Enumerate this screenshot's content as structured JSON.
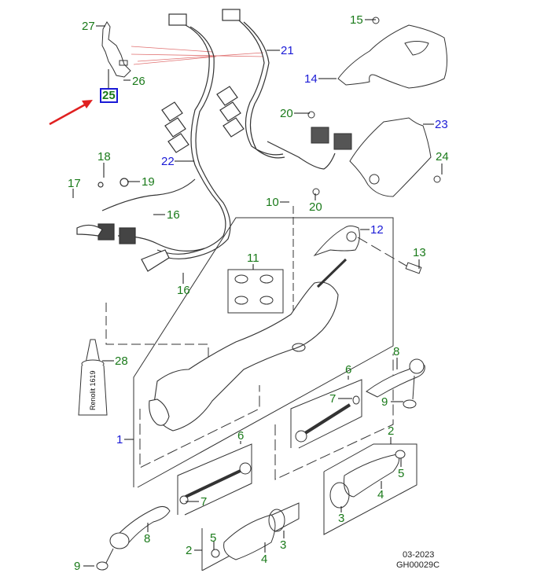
{
  "diagram": {
    "title": "Steering gear and electric power steering components",
    "highlighted_callout": "25",
    "pointer_arrow_color": "#e02020",
    "label_colors": {
      "green": "#1a7a1a",
      "blue": "#1a1ad6"
    },
    "callouts": [
      {
        "id": "c27",
        "text": "27",
        "color": "green",
        "part": "bolt"
      },
      {
        "id": "c25",
        "text": "25",
        "color": "green",
        "part": "bracket",
        "highlighted": true
      },
      {
        "id": "c26",
        "text": "26",
        "color": "green",
        "part": "bolt"
      },
      {
        "id": "c21",
        "text": "21",
        "color": "blue",
        "part": "wiring harness"
      },
      {
        "id": "c15",
        "text": "15",
        "color": "green",
        "part": "bolt"
      },
      {
        "id": "c14",
        "text": "14",
        "color": "blue",
        "part": "heat shield"
      },
      {
        "id": "c20a",
        "text": "20",
        "color": "green",
        "part": "nut"
      },
      {
        "id": "c23",
        "text": "23",
        "color": "blue",
        "part": "shield"
      },
      {
        "id": "c24",
        "text": "24",
        "color": "green",
        "part": "nut"
      },
      {
        "id": "c22",
        "text": "22",
        "color": "blue",
        "part": "wiring harness"
      },
      {
        "id": "c18",
        "text": "18",
        "color": "green",
        "part": "bolt"
      },
      {
        "id": "c19",
        "text": "19",
        "color": "green",
        "part": "clip"
      },
      {
        "id": "c17",
        "text": "17",
        "color": "green",
        "part": "bolt"
      },
      {
        "id": "c16a",
        "text": "16",
        "color": "green",
        "part": "bolt"
      },
      {
        "id": "c16b",
        "text": "16",
        "color": "green",
        "part": "bolt"
      },
      {
        "id": "c10",
        "text": "10",
        "color": "green",
        "part": "bolt"
      },
      {
        "id": "c20b",
        "text": "20",
        "color": "green",
        "part": "nut"
      },
      {
        "id": "c12",
        "text": "12",
        "color": "blue",
        "part": "mount"
      },
      {
        "id": "c11",
        "text": "11",
        "color": "green",
        "part": "bushing kit"
      },
      {
        "id": "c13",
        "text": "13",
        "color": "green",
        "part": "bolt"
      },
      {
        "id": "c28",
        "text": "28",
        "color": "green",
        "part": "grease"
      },
      {
        "id": "c8a",
        "text": "8",
        "color": "green",
        "part": "tie rod end"
      },
      {
        "id": "c6a",
        "text": "6",
        "color": "green",
        "part": "inner tie rod kit"
      },
      {
        "id": "c7a",
        "text": "7",
        "color": "green",
        "part": "nut"
      },
      {
        "id": "c9a",
        "text": "9",
        "color": "green",
        "part": "nut"
      },
      {
        "id": "c1",
        "text": "1",
        "color": "blue",
        "part": "steering gear"
      },
      {
        "id": "c2a",
        "text": "2",
        "color": "green",
        "part": "boot kit"
      },
      {
        "id": "c5a",
        "text": "5",
        "color": "green",
        "part": "clamp"
      },
      {
        "id": "c4a",
        "text": "4",
        "color": "green",
        "part": "boot"
      },
      {
        "id": "c3a",
        "text": "3",
        "color": "green",
        "part": "clamp"
      },
      {
        "id": "c6b",
        "text": "6",
        "color": "green",
        "part": "inner tie rod kit"
      },
      {
        "id": "c7b",
        "text": "7",
        "color": "green",
        "part": "nut"
      },
      {
        "id": "c8b",
        "text": "8",
        "color": "green",
        "part": "tie rod end"
      },
      {
        "id": "c2b",
        "text": "2",
        "color": "green",
        "part": "boot kit"
      },
      {
        "id": "c5b",
        "text": "5",
        "color": "green",
        "part": "clamp"
      },
      {
        "id": "c4b",
        "text": "4",
        "color": "green",
        "part": "boot"
      },
      {
        "id": "c3b",
        "text": "3",
        "color": "green",
        "part": "clamp"
      },
      {
        "id": "c9b",
        "text": "9",
        "color": "green",
        "part": "nut"
      }
    ],
    "grease_tube_text": "Renolit 1619",
    "footer": {
      "date": "03-2023",
      "code": "GH00029C"
    }
  }
}
